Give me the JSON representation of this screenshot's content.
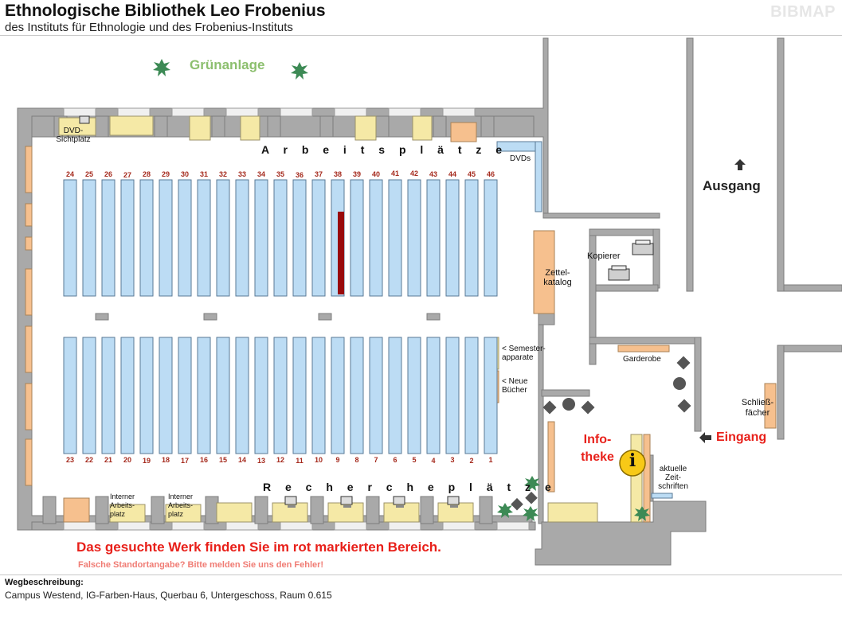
{
  "header": {
    "title": "Ethnologische Bibliothek Leo Frobenius",
    "subtitle": "des Instituts für Ethnologie und des Frobenius-Instituts",
    "logo_text": "BIBMAP"
  },
  "map": {
    "green_area_label": "Grünanlage",
    "workplaces_label": "A r b e i t s p l ä t z e",
    "research_label": "R e c h e r c h e p l ä t z e",
    "dvd_station_label": "DVD-\nSichtplatz",
    "dvds_label": "DVDs",
    "card_catalog_label": "Zettel-\nkatalog",
    "copier_label": "Kopierer",
    "exit_label": "Ausgang",
    "entrance_label": "Eingang",
    "cloakroom_label": "Garderobe",
    "lockers_label": "Schließ-\nfächer",
    "info_desk_label": "Info-\ntheke",
    "info_icon_text": "i",
    "periodicals_label": "aktuelle\nZeit-\nschriften",
    "semester_label": "< Semester-\napparate",
    "new_books_label": "< Neue\nBücher",
    "internal_workplace_1": "Interner\nArbeits-\nplatz",
    "internal_workplace_2": "Interner\nArbeits-\nplatz",
    "top_row_numbers": [
      "24",
      "25",
      "26",
      "27",
      "28",
      "29",
      "30",
      "31",
      "32",
      "33",
      "34",
      "35",
      "36",
      "37",
      "38",
      "39",
      "40",
      "41",
      "42",
      "43",
      "44",
      "45",
      "46"
    ],
    "bottom_row_numbers": [
      "23",
      "22",
      "21",
      "20",
      "19",
      "18",
      "17",
      "16",
      "15",
      "14",
      "13",
      "12",
      "11",
      "10",
      "9",
      "8",
      "7",
      "6",
      "5",
      "4",
      "3",
      "2",
      "1"
    ],
    "highlighted_shelf": "38",
    "colors": {
      "wall": "#a9a9a9",
      "shelf": "#bcdcf4",
      "shelf_outline": "#5a7a96",
      "desk": "#f5e9a6",
      "orange": "#f6c08e",
      "highlight": "#990a0a",
      "tree": "#3d8a55"
    }
  },
  "message": {
    "main": "Das gesuchte Werk finden Sie im rot markierten Bereich.",
    "note": "Falsche Standortangabe? Bitte melden Sie uns den Fehler!"
  },
  "directions": {
    "heading": "Wegbeschreibung:",
    "text": "Campus Westend, IG-Farben-Haus, Querbau 6, Untergeschoss, Raum 0.615"
  }
}
